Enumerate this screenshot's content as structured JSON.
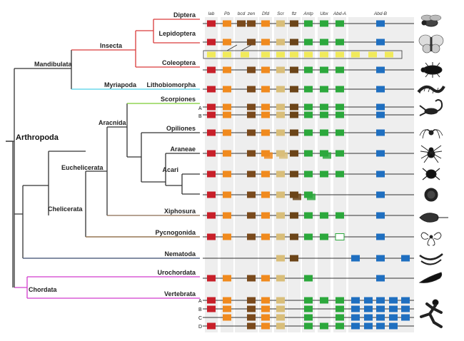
{
  "genes": [
    "lab",
    "Pb",
    "bcd",
    "zen",
    "Dfd",
    "Scr",
    "ftz",
    "Antp",
    "Ubx",
    "Abd-A",
    "Abd-B"
  ],
  "tree_labels": {
    "arthropoda": "Arthropoda",
    "mandibulata": "Mandibulata",
    "insecta": "Insecta",
    "myriapoda": "Myriapoda",
    "chelicerata": "Chelicerata",
    "euchelicerata": "Euchelicerata",
    "aracnida": "Aracnida",
    "chordata": "Chordata"
  },
  "taxa": {
    "diptera": "Diptera",
    "lepidoptera": "Lepidoptera",
    "coleoptera": "Coleoptera",
    "lithobiomorpha": "Lithobiomorpha",
    "scorpiones": "Scorpiones",
    "opiliones": "Opiliones",
    "araneae": "Araneae",
    "acari": "Acari",
    "xiphosura": "Xiphosura",
    "pycnogonida": "Pycnogonida",
    "nematoda": "Nematoda",
    "urochordata": "Urochordata",
    "vertebrata": "Vertebrata"
  },
  "cluster_labels": {
    "scorpion_a": "A",
    "scorpion_b": "B",
    "vert_a": "A",
    "vert_b": "B",
    "vert_c": "C",
    "vert_d": "D"
  },
  "colors": {
    "lab": "#c8202a",
    "Pb": "#f08a1e",
    "bcd": "#7a4a1c",
    "zen": "#7a4a1c",
    "Dfd": "#f08a1e",
    "Scr": "#d9be7a",
    "ftz": "#6b4418",
    "Antp": "#2ca83c",
    "Ubx": "#2ca83c",
    "Abd-A": "#2ca83c",
    "Abd-B": "#1f6fc0",
    "lepidoptera_divergent": "#f1ea5a",
    "branch_default": "#333333",
    "branch_insecta": "#d93a3a",
    "branch_myriapoda": "#4fd0e6",
    "branch_scorpiones": "#7acc32",
    "branch_xiphosura": "#8a6a50",
    "branch_pycnogonida": "#a07a50",
    "branch_nematoda": "#5a6a8c",
    "branch_chordata": "#d23ccd"
  },
  "icons": {
    "diptera": "fly-icon",
    "lepidoptera": "moth-icon",
    "coleoptera": "beetle-icon",
    "lithobiomorpha": "centipede-icon",
    "scorpiones": "scorpion-icon",
    "opiliones": "harvestman-icon",
    "araneae": "spider-icon",
    "acari_1": "mite-icon",
    "acari_2": "tick-icon",
    "xiphosura": "horseshoe-crab-icon",
    "pycnogonida": "sea-spider-icon",
    "nematoda": "worm-icon",
    "urochordata": "tunicate-icon",
    "vertebrata": "human-runner-icon"
  }
}
